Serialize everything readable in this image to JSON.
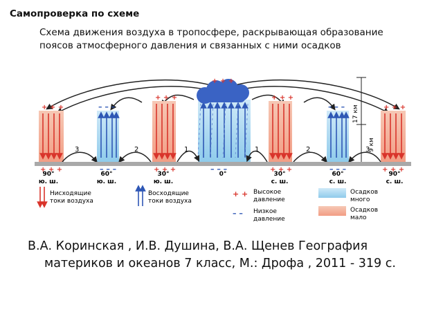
{
  "title": "Самопроверка по схеме",
  "subtitle": "Схема движения воздуха в тропосфере, раскрывающая образование поясов атмосферного давления и связанных с ними осадков",
  "diagram": {
    "height_labels": [
      "17 км",
      "9 км"
    ],
    "cell_numbers": [
      "3",
      "2",
      "1",
      "1",
      "2",
      "3"
    ],
    "latitudes": [
      {
        "deg": "90°",
        "hem": "ю. ш."
      },
      {
        "deg": "60°",
        "hem": "ю. ш."
      },
      {
        "deg": "30°",
        "hem": "ю. ш."
      },
      {
        "deg": "0°",
        "hem": ""
      },
      {
        "deg": "30°",
        "hem": "с. ш."
      },
      {
        "deg": "60°",
        "hem": "с. ш."
      },
      {
        "deg": "90°",
        "hem": "с. ш."
      }
    ],
    "legend": {
      "descending": [
        "Нисходящие",
        "токи воздуха"
      ],
      "ascending": [
        "Восходящие",
        "токи воздуха"
      ],
      "high_pressure": [
        "Высокое",
        "давление"
      ],
      "low_pressure": [
        "Низкое",
        "давление"
      ],
      "much_precip": [
        "Осадков",
        "много"
      ],
      "little_precip": [
        "Осадков",
        "мало"
      ]
    },
    "colors": {
      "descending": "#d9342b",
      "ascending": "#2e57b5",
      "cloud": "#3a63c4",
      "ground": "#a9a9a9",
      "much_precip": "#9fd3ee",
      "little_precip": "#f2a58c"
    }
  },
  "citation": "В.А. Коринская , И.В. Душина, В.А. Щенев География материков и океанов 7 класс, М.: Дрофа , 2011 - 319 с."
}
